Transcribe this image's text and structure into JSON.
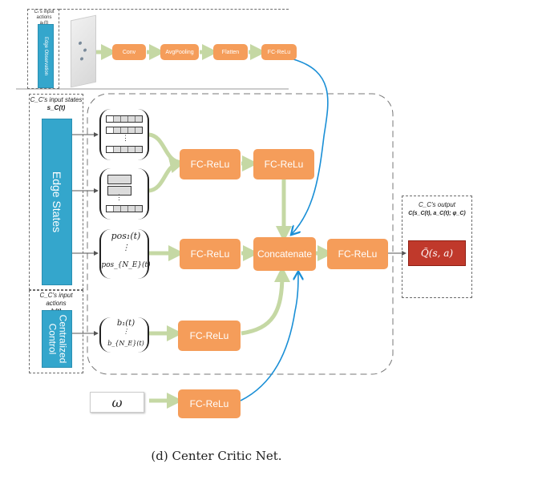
{
  "top_row": {
    "input_label_line1": "Cₜ's input actions",
    "input_label_line2": "aₜ(t)",
    "observation_label": "Edge Observation",
    "layers": [
      "Conv",
      "AvgPooling",
      "Flatten",
      "FC-ReLu"
    ]
  },
  "inputs": {
    "states_label_line1": "C_C's input states",
    "states_label_line2": "s_C(t)",
    "edge_states_label": "Edge States",
    "actions_label_line1": "C_C's input actions",
    "actions_label_line2": "b(t)",
    "centralized_control_label": "Centralized Control"
  },
  "symbols": {
    "pos_first": "pos₁(t)",
    "pos_dots": "⋮",
    "pos_last": "pos_{N_E}(t)",
    "b_first": "b₁(t)",
    "b_dots": "⋮",
    "b_last": "b_{N_E}(t)",
    "omega": "ω"
  },
  "blocks": {
    "fc_a": "FC-ReLu",
    "fc_b": "FC-ReLu",
    "fc_pos": "FC-ReLu",
    "concatenate": "Concatenate",
    "fc_concat": "FC-ReLu",
    "fc_b_input": "FC-ReLu",
    "fc_omega": "FC-ReLu"
  },
  "output": {
    "label_line1": "C_C's output",
    "label_line2": "C(s_C(t), a_C(t); φ_C)",
    "q_value": "Q̃(s, a)"
  },
  "caption": "(d) Center Critic Net.",
  "colors": {
    "orange_block": "#f59d5a",
    "teal_block": "#34a6cc",
    "green_arrow": "#c5d8a4",
    "blue_arrow": "#1a8fd6",
    "output_red": "#c0392b"
  }
}
